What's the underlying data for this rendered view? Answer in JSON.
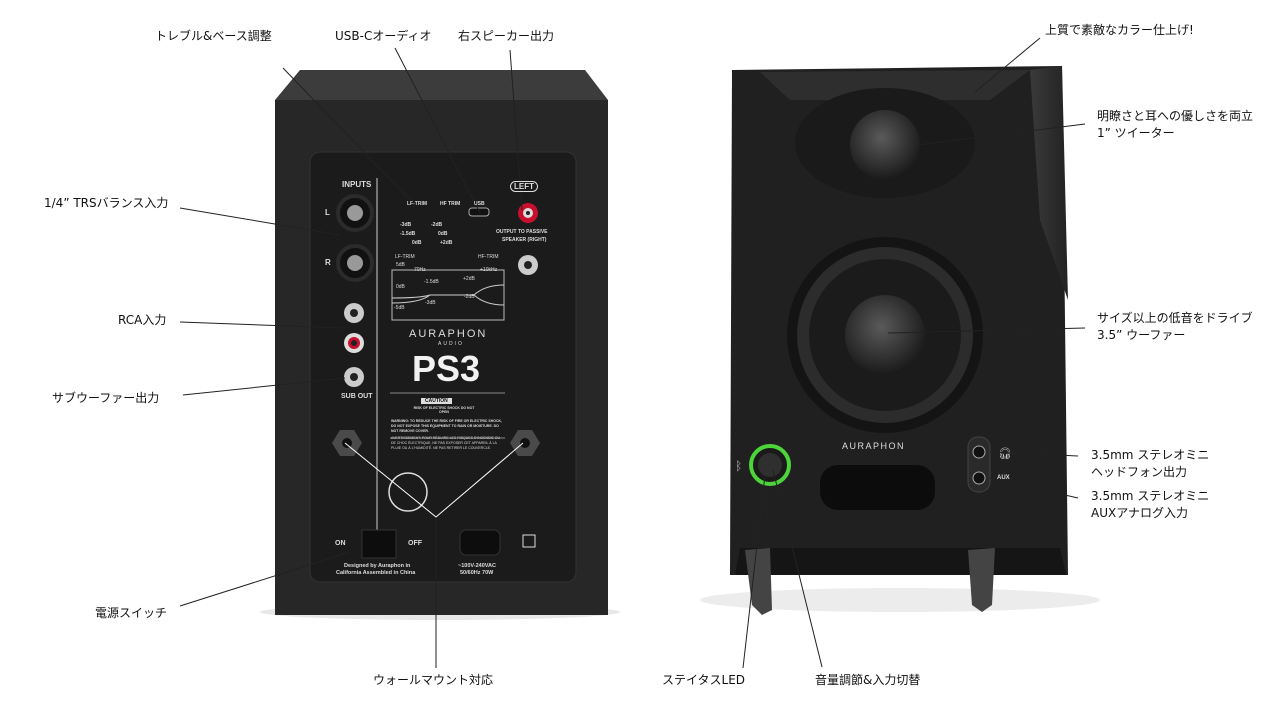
{
  "back_callouts": {
    "treble_bass": "トレブル&ベース調整",
    "usbc": "USB-Cオーディオ",
    "right_out": "右スピーカー出力",
    "trs": "1/4” TRSバランス入力",
    "rca": "RCA入力",
    "sub": "サブウーファー出力",
    "power": "電源スイッチ",
    "wall": "ウォールマウント対応"
  },
  "front_callouts": {
    "finish": "上質で素敵なカラー仕上げ!",
    "tweeter_l1": "明瞭さと耳への優しさを両立",
    "tweeter_l2": "1” ツイーター",
    "woofer_l1": "サイズ以上の低音をドライブ",
    "woofer_l2": "3.5” ウーファー",
    "hp_l1": "3.5mm ステレオミニ",
    "hp_l2": "ヘッドフォン出力",
    "aux_l1": "3.5mm ステレオミニ",
    "aux_l2": "AUXアナログ入力",
    "led": "ステイタスLED",
    "volume": "音量調節&入力切替"
  },
  "panel": {
    "inputs": "INPUTS",
    "l": "L",
    "r": "R",
    "lf_trim": "LF-TRIM",
    "hf_trim": "HF TRIM",
    "usb": "USB",
    "left": "LEFT",
    "output": "OUTPUT TO PASSIVE",
    "speaker_right": "SPEAKER (RIGHT)",
    "lf_values": [
      "-3dB",
      "-1.5dB",
      "0dB"
    ],
    "hf_values": [
      "-2dB",
      "0dB",
      "+2dB"
    ],
    "graph_lf": "LF-TRIM",
    "graph_hf": "HF-TRIM",
    "graph_y": [
      "5dB",
      "0dB",
      "-5dB"
    ],
    "graph_notes": [
      "70Hz",
      "-1.5dB",
      "-3dB",
      "+10kHz",
      "+2dB",
      "-2dB"
    ],
    "brand": "AURAPHON",
    "brand_sub": "AUDIO",
    "model": "PS3",
    "caution": "CAUTION",
    "caution_sub": "RISK OF ELECTRIC SHOCK DO NOT OPEN",
    "warning": "WARNING: TO REDUCE THE RISK OF FIRE OR ELECTRIC SHOCK, DO NOT EXPOSE THIS EQUIPMENT TO RAIN OR MOISTURE. DO NOT REMOVE COVER.",
    "avertissement": "AVERTISSEMENT: POUR RÉDUIRE LES RISQUES D'INCENDIE OU DE CHOC ÉLECTRIQUE, NE PAS EXPOSER CET APPAREIL À LA PLUIE OU À L'HUMIDITÉ. NE PAS RETIRER LE COUVERCLE.",
    "sub_out": "SUB OUT",
    "on": "ON",
    "off": "OFF",
    "designed": "Designed by Auraphon in",
    "assembled": "California Assembled in China",
    "power_spec1": "~100V-240VAC",
    "power_spec2": "50/60Hz 70W"
  },
  "front": {
    "brand": "AURAPHON",
    "aux": "AUX"
  },
  "colors": {
    "body": "#262626",
    "panel": "#1c1c1c",
    "led": "#4cd43a",
    "rca_red": "#c8102e"
  }
}
